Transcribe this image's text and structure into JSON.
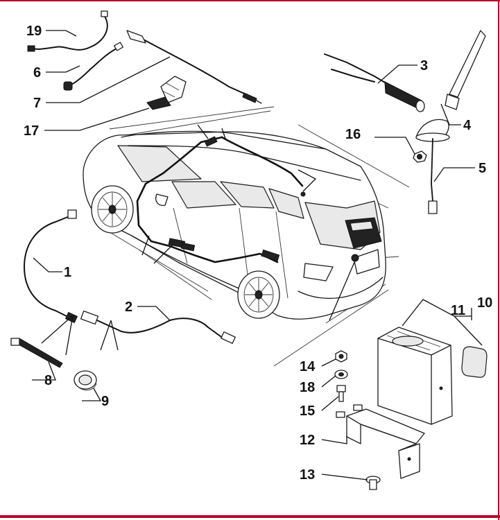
{
  "diagram": {
    "callouts": [
      {
        "id": "19",
        "label": "19"
      },
      {
        "id": "6",
        "label": "6"
      },
      {
        "id": "7",
        "label": "7"
      },
      {
        "id": "17",
        "label": "17"
      },
      {
        "id": "3",
        "label": "3"
      },
      {
        "id": "4",
        "label": "4"
      },
      {
        "id": "16",
        "label": "16"
      },
      {
        "id": "5",
        "label": "5"
      },
      {
        "id": "1",
        "label": "1"
      },
      {
        "id": "2",
        "label": "2"
      },
      {
        "id": "8",
        "label": "8"
      },
      {
        "id": "9",
        "label": "9"
      },
      {
        "id": "11",
        "label": "11"
      },
      {
        "id": "10",
        "label": "10"
      },
      {
        "id": "14",
        "label": "14"
      },
      {
        "id": "18",
        "label": "18"
      },
      {
        "id": "15",
        "label": "15"
      },
      {
        "id": "12",
        "label": "12"
      },
      {
        "id": "13",
        "label": "13"
      }
    ],
    "colors": {
      "frame_accent": "#b8002a",
      "ink": "#111111",
      "paper": "#ffffff"
    }
  }
}
